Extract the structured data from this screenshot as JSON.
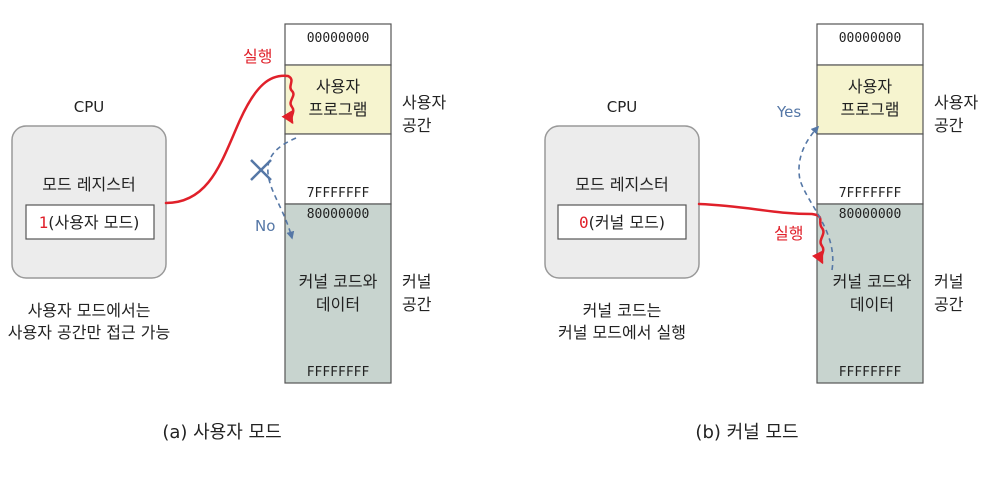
{
  "colors": {
    "cpu_box": "#ececec",
    "user_space": "#f6f4cf",
    "kernel_space": "#c8d4cf",
    "red_arrow": "#e0202a",
    "blue_arrow": "#5577a6"
  },
  "panel_a": {
    "cpu_title": "CPU",
    "register_label": "모드 레지스터",
    "register_value": "1",
    "register_value_rest": "(사용자 모드)",
    "caption_line1": "사용자 모드에서는",
    "caption_line2": "사용자 공간만 접근 가능",
    "memory": {
      "addr_top": "00000000",
      "user_line1": "사용자",
      "user_line2": "프로그램",
      "addr_user_end": "7FFFFFFF",
      "addr_kernel_start": "80000000",
      "kernel_line1": "커널 코드와",
      "kernel_line2": "데이터",
      "addr_bottom": "FFFFFFFF"
    },
    "user_space_label_1": "사용자",
    "user_space_label_2": "공간",
    "kernel_space_label_1": "커널",
    "kernel_space_label_2": "공간",
    "exec_label": "실행",
    "denied_label": "No",
    "subtitle": "(a) 사용자 모드"
  },
  "panel_b": {
    "cpu_title": "CPU",
    "register_label": "모드 레지스터",
    "register_value": "0",
    "register_value_rest": "(커널 모드)",
    "caption_line1": "커널 코드는",
    "caption_line2": "커널 모드에서 실행",
    "memory": {
      "addr_top": "00000000",
      "user_line1": "사용자",
      "user_line2": "프로그램",
      "addr_user_end": "7FFFFFFF",
      "addr_kernel_start": "80000000",
      "kernel_line1": "커널 코드와",
      "kernel_line2": "데이터",
      "addr_bottom": "FFFFFFFF"
    },
    "user_space_label_1": "사용자",
    "user_space_label_2": "공간",
    "kernel_space_label_1": "커널",
    "kernel_space_label_2": "공간",
    "exec_label": "실행",
    "allowed_label": "Yes",
    "subtitle": "(b) 커널 모드"
  }
}
